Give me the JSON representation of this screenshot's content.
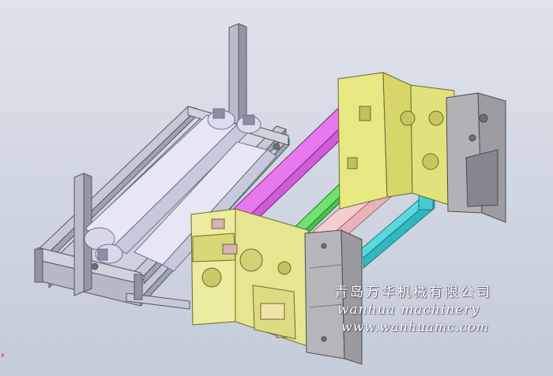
{
  "image": {
    "kind": "3D CAD render of winding machine frame",
    "background_color": "#d3d9e4",
    "palette": {
      "frame_yellow": "#e6e67a",
      "grey_plate": "#a8a8aa",
      "rail_silver": "#c4c8d4",
      "roller": "#e4e4f2",
      "beam_magenta": "#e070e8",
      "beam_pink": "#f2c2c6",
      "beam_cyan": "#40d0d8",
      "shaft_green": "#60d860"
    }
  },
  "watermark": {
    "company_cn": "青岛万华机械有限公司",
    "company_en": "wanhua machinery",
    "website": "www.wanhuamc.com"
  },
  "corner_mark": "x"
}
